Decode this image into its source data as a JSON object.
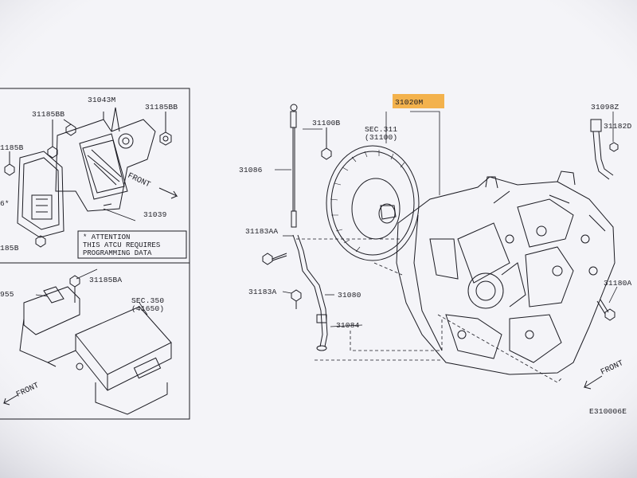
{
  "diagram": {
    "left_panel": {
      "top_labels": [
        "31185BB",
        "31043M",
        "31185BB",
        "1185B",
        "31039",
        "185B"
      ],
      "top_side_mark": "6*",
      "attention_note": [
        "* ATTENTION",
        "THIS ATCU REQUIRES",
        "PROGRAMMING DATA"
      ],
      "front_label_top": "FRONT",
      "bottom_labels": [
        "31185BA",
        "955",
        "SEC.350",
        "(41650)"
      ],
      "front_label_bottom": "FRONT"
    },
    "main": {
      "labels": [
        "31100B",
        "SEC.311",
        "(31100)",
        "31086",
        "31183AA",
        "31183A",
        "31080",
        "31084",
        "31098Z",
        "31182D",
        "31180A"
      ],
      "highlighted_label": "31020M",
      "front_label": "FRONT",
      "figure_code": "E310006E"
    },
    "colors": {
      "highlight": "#f3b24d",
      "line": "#1b1b22",
      "paper": "#f7f7fa"
    }
  }
}
